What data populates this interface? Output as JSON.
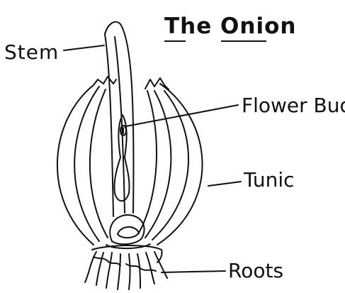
{
  "diagram": {
    "title": "The Onion",
    "labels": {
      "stem": "Stem",
      "flower_bud": "Flower Bud",
      "tunic": "Tunic",
      "roots": "Roots"
    },
    "ink_color": "#111111",
    "background": "#ffffff"
  }
}
